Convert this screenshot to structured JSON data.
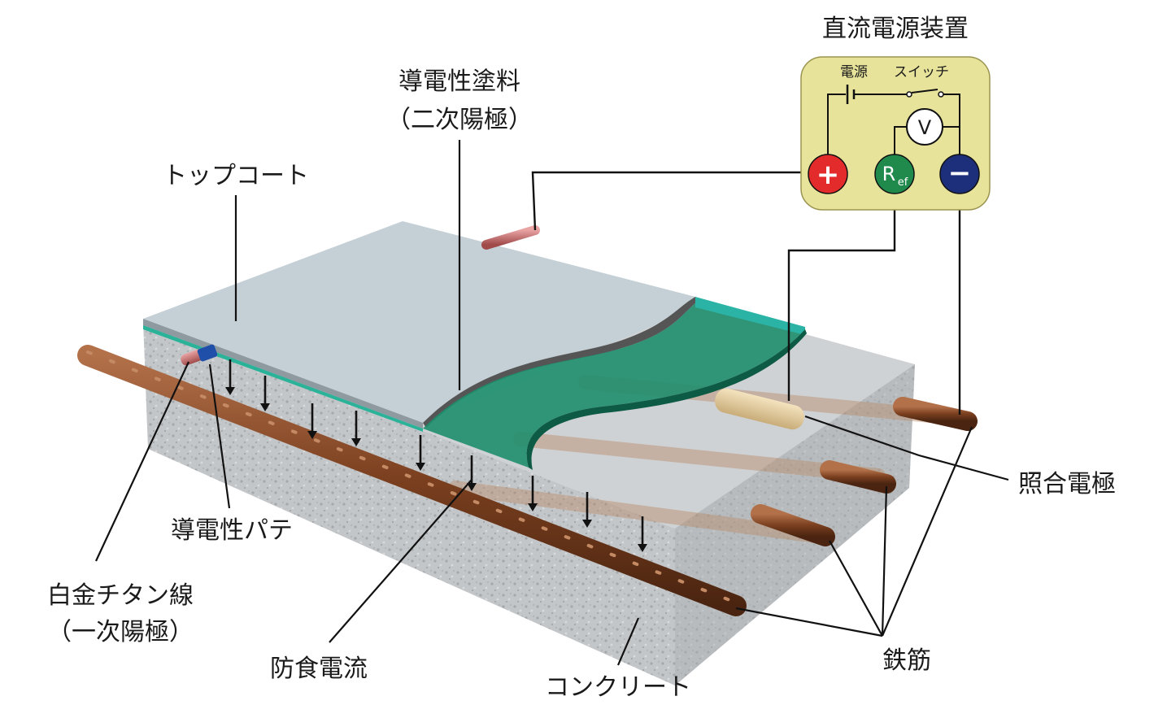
{
  "power_box": {
    "title": "直流電源装置",
    "power_label": "電源",
    "switch_label": "スイッチ",
    "voltmeter": "V",
    "plus": "+",
    "ref_main": "R",
    "ref_sub": "ef",
    "minus": "−"
  },
  "labels": {
    "conductive_paint_line1": "導電性塗料",
    "conductive_paint_line2": "（二次陽極）",
    "top_coat": "トップコート",
    "conductive_putty": "導電性パテ",
    "titanium_wire_line1": "白金チタン線",
    "titanium_wire_line2": "（一次陽極）",
    "anticorrosion_current": "防食電流",
    "concrete": "コンクリート",
    "reference_electrode": "照合電極",
    "rebar": "鉄筋"
  },
  "colors": {
    "top_coat": "#c4d0d6",
    "conductive_paint": "#1e8e6c",
    "concrete": "#b9bcbf",
    "rebar": "#7a3f1f",
    "box_fill": "#e7e39a",
    "plus_terminal": "#e32b2b",
    "ref_terminal": "#1f8a4c",
    "minus_terminal": "#1d2f7a"
  }
}
